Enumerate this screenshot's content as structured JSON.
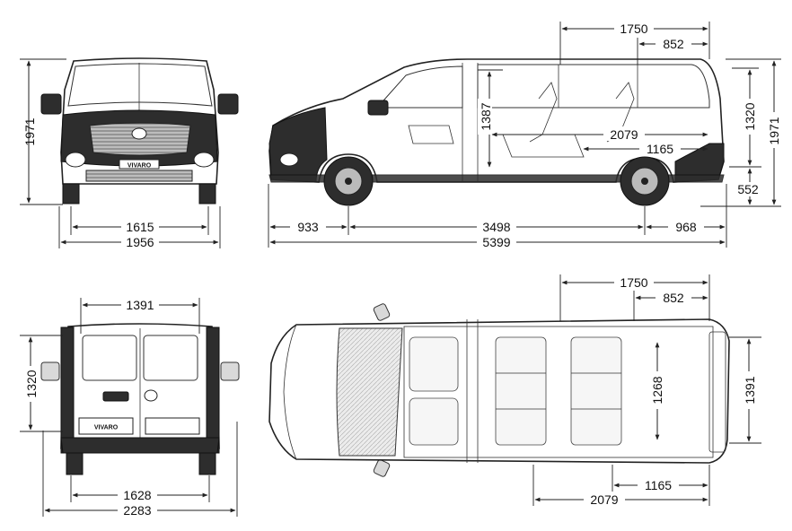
{
  "views": {
    "front": {
      "badge": "VIVARO",
      "height": "1971",
      "track": "1615",
      "width_mirrors": "1956"
    },
    "side": {
      "interior_height": "1387",
      "cargo_length": "2079",
      "rear_row": "1165",
      "door_height": "1320",
      "total_height": "1971",
      "clearance": "552",
      "front_overhang": "933",
      "wheelbase": "3498",
      "rear_overhang": "968",
      "overall_length": "5399",
      "top_length": "1750",
      "top_rear": "852"
    },
    "rear": {
      "badge": "VIVARO",
      "door_width": "1391",
      "door_height": "1320",
      "track": "1628",
      "width_mirrors": "2283"
    },
    "top": {
      "top_length": "1750",
      "top_rear": "852",
      "inner_width": "1268",
      "outer_width": "1391",
      "rear_row": "1165",
      "cargo_length": "2079"
    }
  }
}
